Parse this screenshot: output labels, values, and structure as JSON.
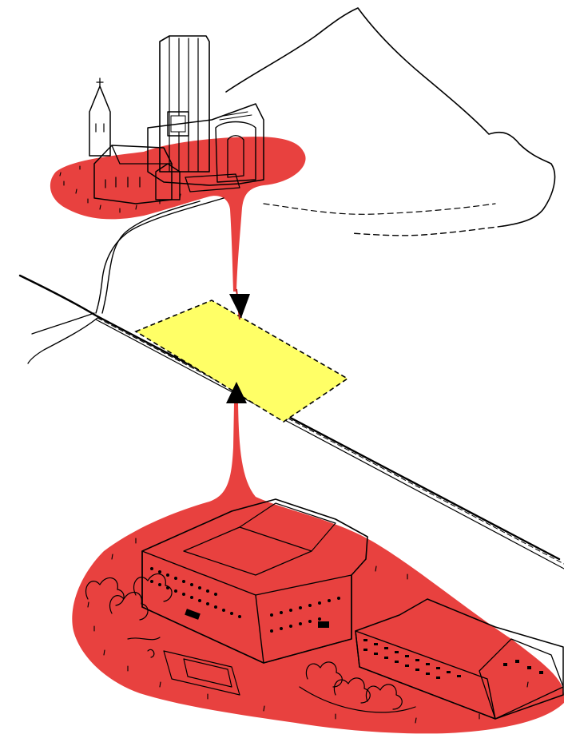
{
  "colors": {
    "ink": "#000000",
    "red_zone": "#e8413f",
    "plot_highlight": "#ffff66",
    "paper": "#ffffff"
  },
  "icons": [
    "church-icon",
    "arrow-down-icon",
    "arrow-up-icon"
  ],
  "elements": {
    "mountain": "hill-outline",
    "upper_site": "church-complex",
    "middle_site": "empty-plot",
    "lower_site": "school-campus"
  }
}
